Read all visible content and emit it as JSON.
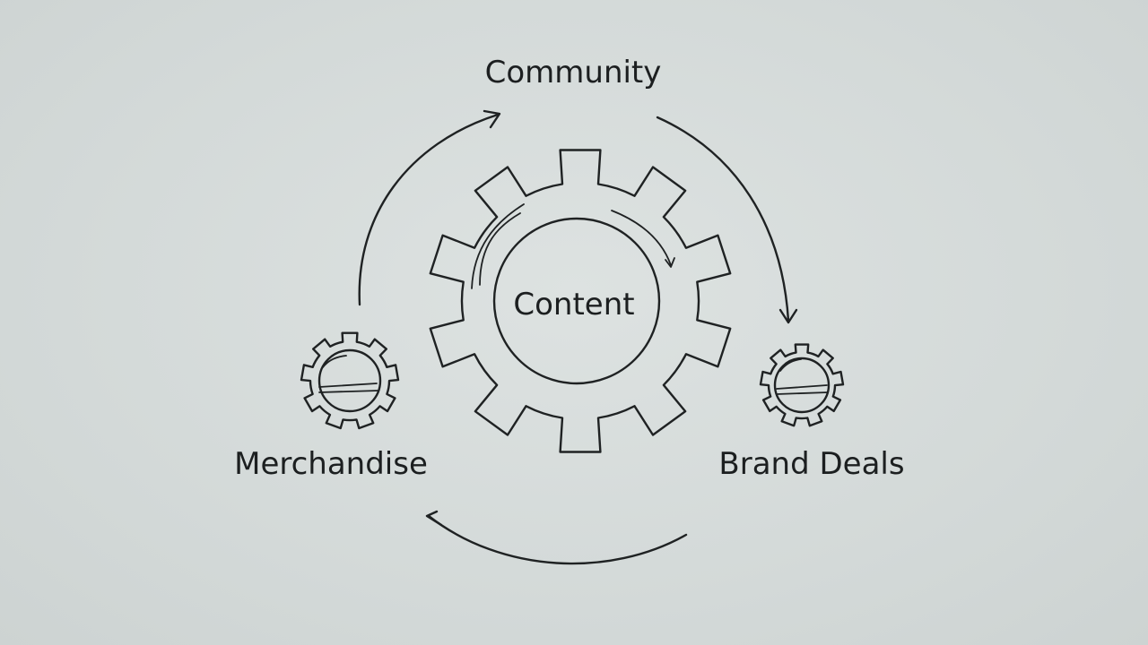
{
  "diagram": {
    "nodes": {
      "community": {
        "label": "Community"
      },
      "content": {
        "label": "Content"
      },
      "merchandise": {
        "label": "Merchandise"
      },
      "brand_deals": {
        "label": "Brand Deals"
      }
    },
    "icons": {
      "center": "gear-icon",
      "left": "gear-icon",
      "right": "gear-icon"
    },
    "colors": {
      "background": "#d3d9d8",
      "line": "#1f2223",
      "text": "#1c1f20"
    }
  }
}
